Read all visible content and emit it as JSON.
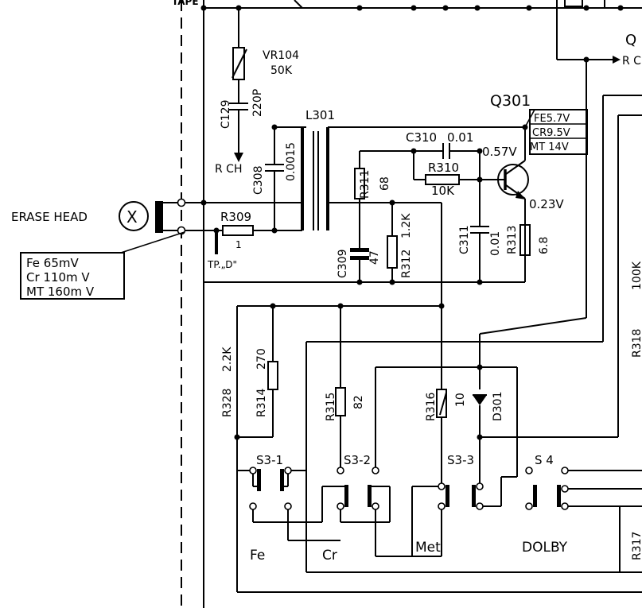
{
  "header": {
    "top_label": "TAPE"
  },
  "components": {
    "vr104": {
      "name": "VR104",
      "value": "50K"
    },
    "c129": {
      "name": "C129",
      "value": "220P"
    },
    "rch": "R CH",
    "c308": {
      "name": "C308",
      "value": "0.0015"
    },
    "l301": "L301",
    "q301": "Q301",
    "c310": {
      "name": "C310",
      "value": "0.01"
    },
    "r310": {
      "name": "R310",
      "value": "10K"
    },
    "r311": {
      "name": "R311",
      "value": "68"
    },
    "r309": {
      "name": "R309",
      "value": "1"
    },
    "tp": "TP.„D\"",
    "c309": {
      "name": "C309",
      "value": "47"
    },
    "r312": {
      "name": "R312",
      "value": "1.2K"
    },
    "c311": {
      "name": "C311",
      "value": "0.01"
    },
    "r313": {
      "name": "R313",
      "value": "6.8"
    },
    "r318": {
      "name": "R318",
      "value": "100K"
    },
    "r328": {
      "name": "R328",
      "value": "2.2K"
    },
    "r314": {
      "name": "R314",
      "value": "270"
    },
    "r315": {
      "name": "R315",
      "value": "82"
    },
    "r316": {
      "name": "R316",
      "value": "10"
    },
    "d301": "D301",
    "r317": "R317",
    "q_partial": "Q",
    "r_partial": "R C"
  },
  "voltages": {
    "collector": "0.57V",
    "emitter": "0.23V",
    "q301_table": [
      "FE5.7V",
      "CR9.5V",
      "MT 14V"
    ]
  },
  "erase_head": {
    "label": "ERASE HEAD",
    "levels": [
      "Fe   65mV",
      "Cr  110m V",
      "MT 160m V"
    ]
  },
  "switches": {
    "s3_1": "S3-1",
    "s3_2": "S3-2",
    "s3_3": "S3-3",
    "s4": "S 4",
    "tape_types": [
      "Fe",
      "Cr",
      "Met",
      "DOLBY"
    ]
  }
}
